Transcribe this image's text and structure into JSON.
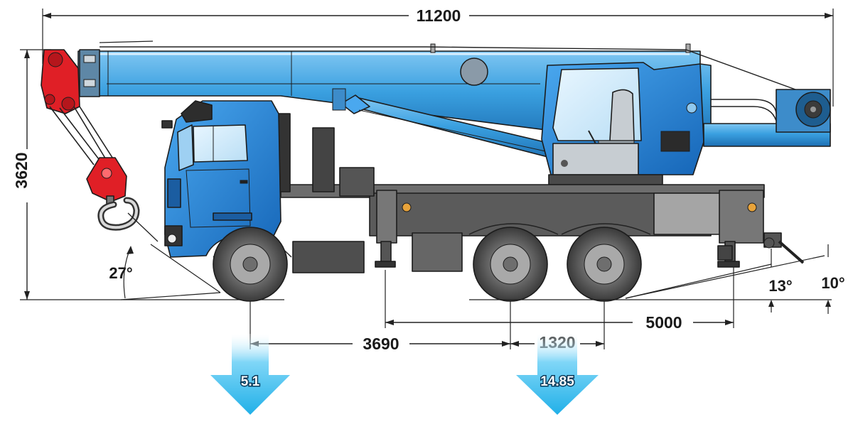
{
  "dimensions": {
    "overall_length": "11200",
    "overall_height": "3620",
    "wheelbase_front": "3690",
    "bogie_spacing": "1320",
    "rear_to_outrigger": "5000"
  },
  "angles": {
    "approach": "27°",
    "departure_outrigger": "13°",
    "departure_rear": "10°"
  },
  "axle_loads": {
    "front": "5.1",
    "rear": "14.85"
  },
  "colors": {
    "boom_blue": "#2f95d6",
    "cab_blue": "#1f7fd0",
    "hook_red": "#e01f26",
    "chassis_grey": "#5b5b5b",
    "arrow_cyan": "#29b8ea"
  }
}
